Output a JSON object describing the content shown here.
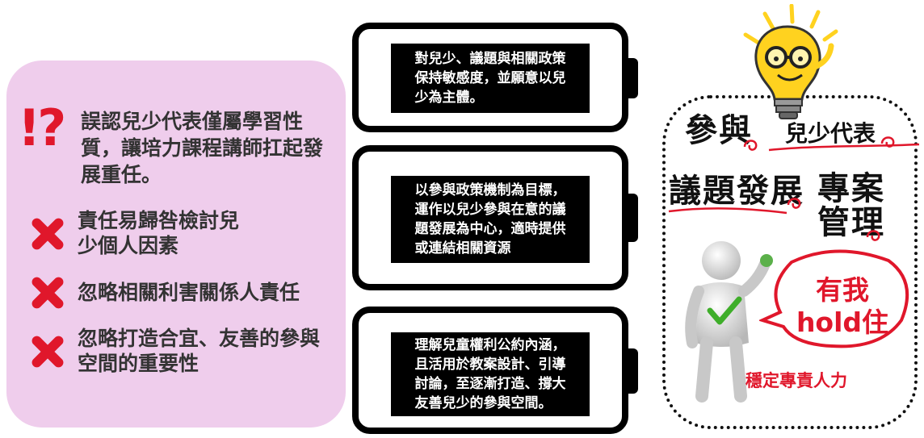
{
  "left_panel": {
    "misconception_mark": "!?",
    "misconception": "誤認兒少代表僅屬學習性質，讓培力課程講師扛起發展重任。",
    "issues": [
      "責任易歸咎檢討兒少個人因素",
      "忽略相關利害關係人責任",
      "忽略打造合宜、友善的參與空間的重要性"
    ]
  },
  "batteries": [
    "對兒少、議題與相關政策\n保持敏感度，並願意以兒\n少為主體。",
    "以參與政策機制為目標，\n運作以兒少參與在意的議\n題發展為中心，適時提供\n或連結相關資源",
    "理解兒童權利公約內涵，\n且活用於教案設計、引導\n討論，至逐漸打造、撐大\n友善兒少的參與空間。"
  ],
  "right_panel": {
    "participation": "參與",
    "youth_rep": "兒少代表",
    "issue_dev": "議題發展",
    "project_line1": "專案",
    "project_line2": "管理",
    "bubble_line1": "有我",
    "bubble_line2": "hold住",
    "staff": "穩定專責人力"
  },
  "colors": {
    "pink_panel": "#efcdec",
    "accent_red": "#e0172b",
    "bulb_yellow": "#ffd21f"
  }
}
